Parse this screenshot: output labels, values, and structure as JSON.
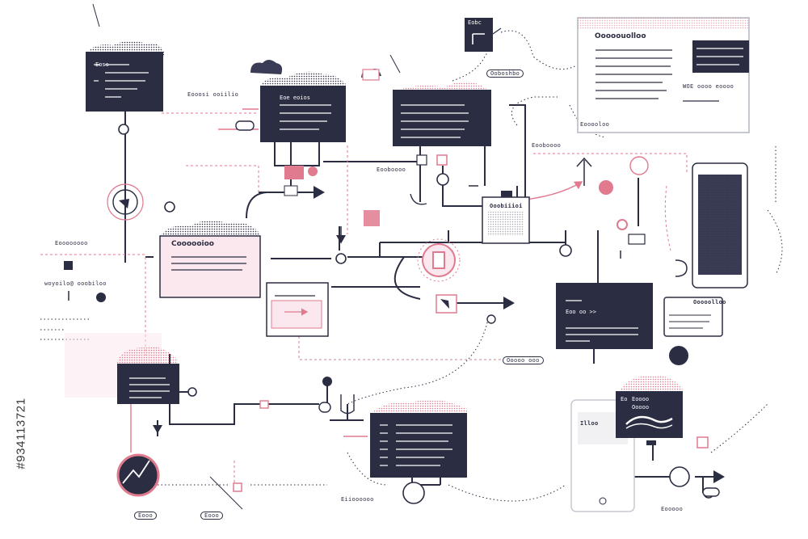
{
  "colors": {
    "navy": "#2b2d42",
    "pink": "#e07a8f",
    "light_pink": "#fbe8ee",
    "grey": "#c7c9d1"
  },
  "icons": [
    "cloud-icon",
    "hotspot-icon",
    "arrow-icon",
    "graph-chart-icon",
    "smartphone-icon",
    "tablet-icon",
    "toggle-icon",
    "gear-icon"
  ],
  "labels": {
    "box_top_left": "Eoss",
    "box_top_mid": "Eoe eoios",
    "chip_top": "Eobc",
    "pill_top": "Ooboshbo",
    "node_a": "Eooosi ooiilio",
    "node_b": "Eooboooo",
    "node_c": "Eooboooo",
    "node_d": "Eooooloo",
    "side_left_1": "Eoooooooo",
    "side_left_2": "woyoilo@ ooobiloo",
    "mid_center": "Ooobiiioi",
    "mid_left_title": "Coooooioo",
    "browser_title": "Ooooouolloo",
    "browser_sub": "WOE oooo eoooo",
    "right_card": "Ooooolloo",
    "right_panel": "Eoo oo >>",
    "pill_bottom_mid": "Ooooo ooo",
    "pill_bottom_left": "Eooo",
    "pill_bottom_left2": "Eooo",
    "tablet_hdr": "Eoooo",
    "tablet_sub": "Ooooo",
    "tablet_card": "Illoo",
    "bottom_mid_lbl": "Eiioooooo",
    "bottom_right_lbl": "Eooooo",
    "small_lbl_b": "Eo",
    "stock_id": "#934113721"
  }
}
